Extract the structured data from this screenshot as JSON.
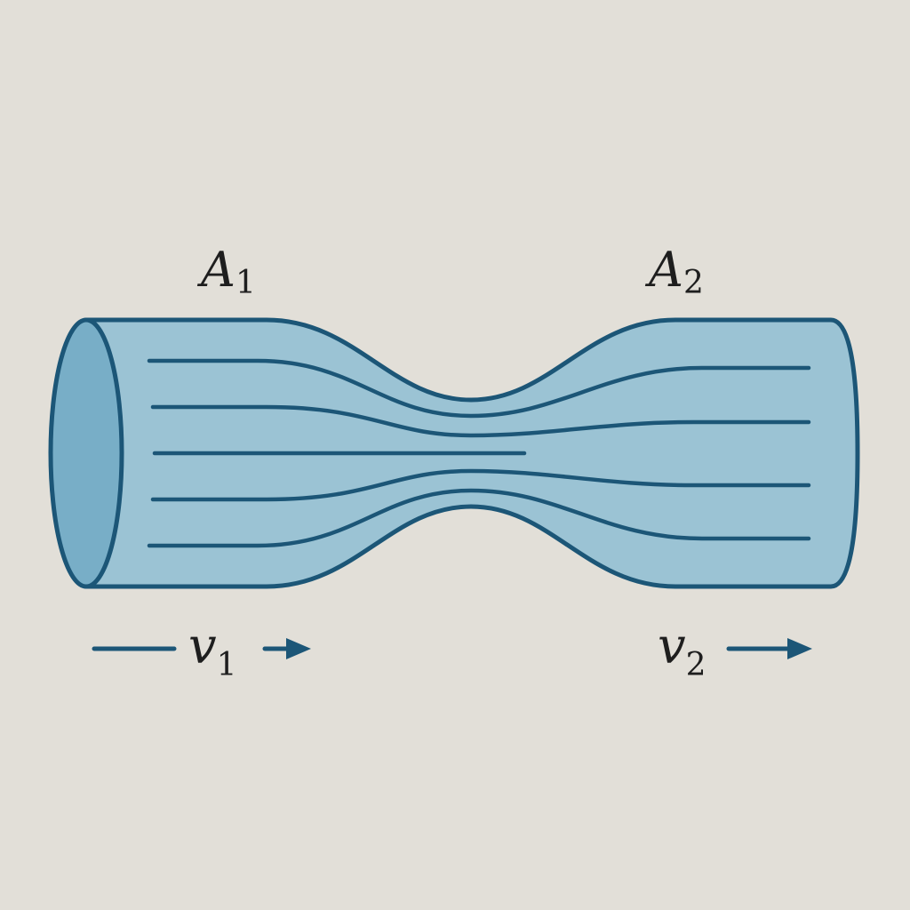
{
  "labels": {
    "area_inlet": {
      "main": "A",
      "sub": "1"
    },
    "area_outlet": {
      "main": "A",
      "sub": "2"
    },
    "velocity_inlet": {
      "main": "v",
      "sub": "1"
    },
    "velocity_outlet": {
      "main": "v",
      "sub": "2"
    }
  },
  "colors": {
    "background": "#e2dfd8",
    "tube_fill": "#9bc3d4",
    "tube_opening": "#78aec7",
    "outline": "#1c5677",
    "text": "#1e1e1e"
  }
}
